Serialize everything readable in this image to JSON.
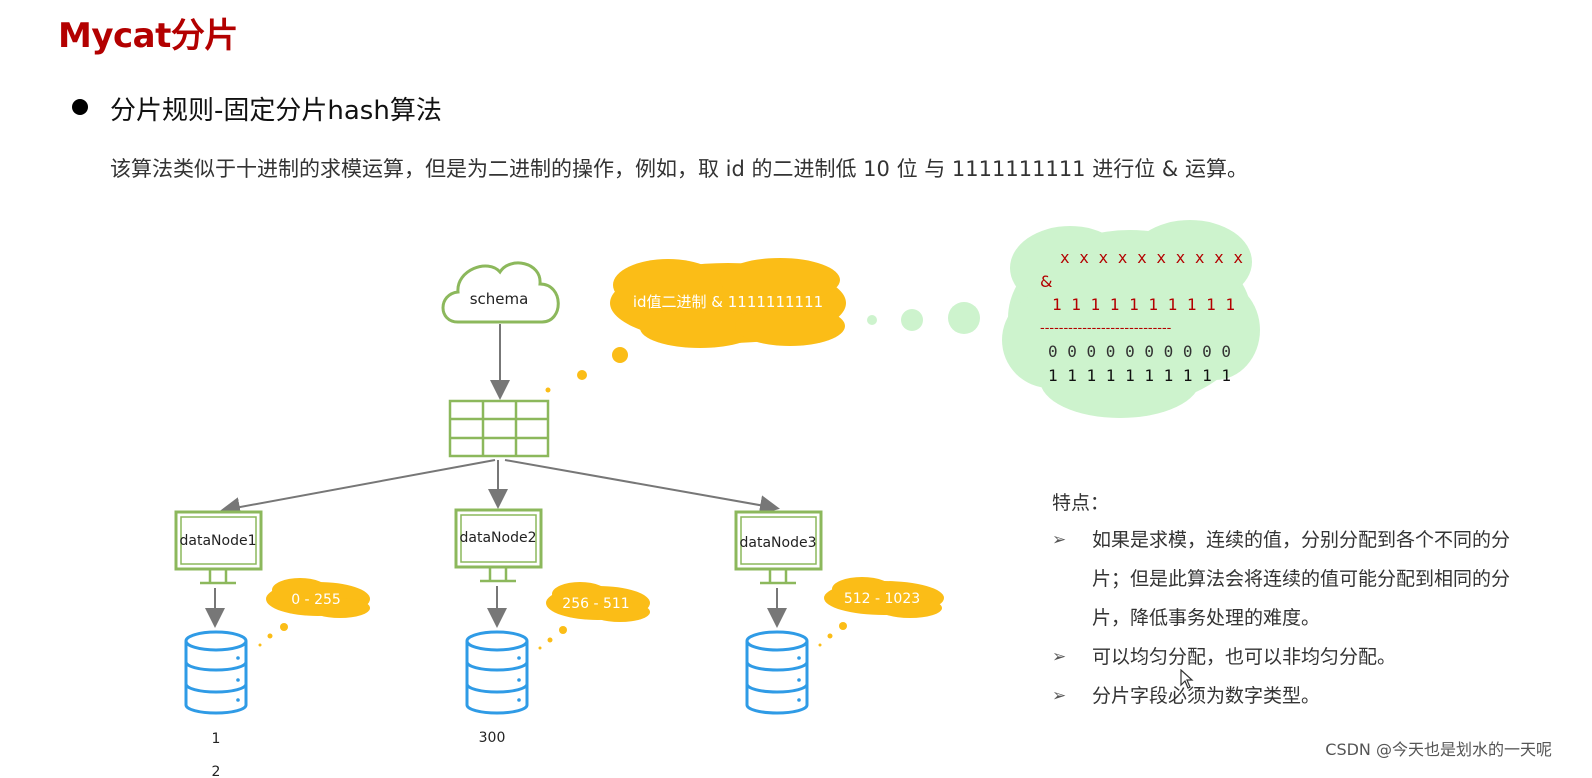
{
  "title": "Mycat分片",
  "heading": "分片规则-固定分片hash算法",
  "description": "该算法类似于十进制的求模运算，但是为二进制的操作，例如，取 id 的二进制低 10 位 与 1111111111 进行位 & 运算。",
  "diagram": {
    "schema_label": "schema",
    "bubble_label": "id值二进制 & 1111111111",
    "calc_lines": {
      "line1": "x x x x x x x x x x",
      "line2": "&",
      "line3": "1 1 1 1 1 1 1 1 1 1",
      "line4": "----------------------------",
      "line5": "0 0 0 0 0 0 0 0 0 0",
      "line6": "1 1 1 1 1 1 1 1 1 1"
    },
    "nodes": [
      {
        "label": "dataNode1",
        "range": "0 - 255",
        "value": "1"
      },
      {
        "label": "dataNode2",
        "range": "256 - 511",
        "value": "300"
      },
      {
        "label": "dataNode3",
        "range": "512 - 1023",
        "value": ""
      }
    ],
    "partial_value": "2"
  },
  "features": {
    "title": "特点：",
    "items": [
      "如果是求模，连续的值，分别分配到各个不同的分片；但是此算法会将连续的值可能分配到相同的分片，降低事务处理的难度。",
      "可以均匀分配，也可以非均匀分配。",
      "分片字段必须为数字类型。"
    ]
  },
  "watermark": "CSDN @今天也是划水的一天呢",
  "colors": {
    "title": "#b30000",
    "node_green": "#8cb85c",
    "bubble_yellow": "#fbbd17",
    "calc_green": "#cdf3cd",
    "calc_red": "#b30000",
    "db_blue": "#2f9be6"
  }
}
